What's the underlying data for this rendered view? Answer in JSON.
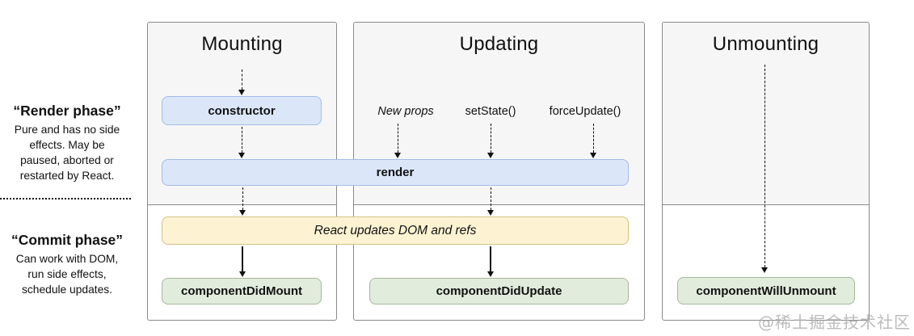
{
  "phases": {
    "render": {
      "title": "“Render phase”",
      "lines": [
        "Pure and has no side",
        "effects. May be",
        "paused, aborted or",
        "restarted by React."
      ]
    },
    "commit": {
      "title": "“Commit phase”",
      "lines": [
        "Can work with DOM,",
        "run side effects,",
        "schedule updates."
      ]
    }
  },
  "columns": {
    "mounting": {
      "title": "Mounting",
      "constructor_label": "constructor",
      "did_mount_label": "componentDidMount"
    },
    "updating": {
      "title": "Updating",
      "triggers": [
        "New props",
        "setState()",
        "forceUpdate()"
      ],
      "did_update_label": "componentDidUpdate"
    },
    "unmounting": {
      "title": "Unmounting",
      "will_unmount_label": "componentWillUnmount"
    }
  },
  "shared": {
    "render_label": "render",
    "dom_update_label": "React updates DOM and refs"
  },
  "watermark": "@稀土掘金技术社区",
  "colors": {
    "blue_fill": "#dbe7f9",
    "blue_border": "#a3bbe6",
    "yellow_fill": "#fdf3d2",
    "yellow_border": "#d6c184",
    "green_fill": "#e2ecdd",
    "green_border": "#a4b89a",
    "panel_bg": "#f6f6f6",
    "panel_border": "#8a8a8a",
    "arrow": "#111111",
    "watermark_gray": "#ababab"
  }
}
